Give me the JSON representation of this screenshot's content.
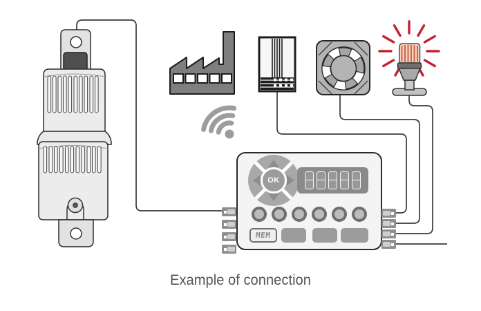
{
  "caption": "Example of connection",
  "controller": {
    "ok_label": "OK",
    "display_value": "88888",
    "mem_label": "MEM"
  },
  "icons": [
    {
      "name": "machine-device-icon"
    },
    {
      "name": "factory-icon"
    },
    {
      "name": "wifi-icon"
    },
    {
      "name": "heater-relay-icon"
    },
    {
      "name": "fan-icon"
    },
    {
      "name": "beacon-icon"
    },
    {
      "name": "controller-panel"
    }
  ],
  "colors": {
    "wire": "#3a3a3a",
    "outline": "#2b2b2b",
    "icon_gray": "#7f7f7f",
    "panel_gray": "#8a8a8a",
    "beacon_ray_red": "#c22033",
    "beacon_lamp": "#f7d3bf",
    "caption_color": "#54565b"
  }
}
